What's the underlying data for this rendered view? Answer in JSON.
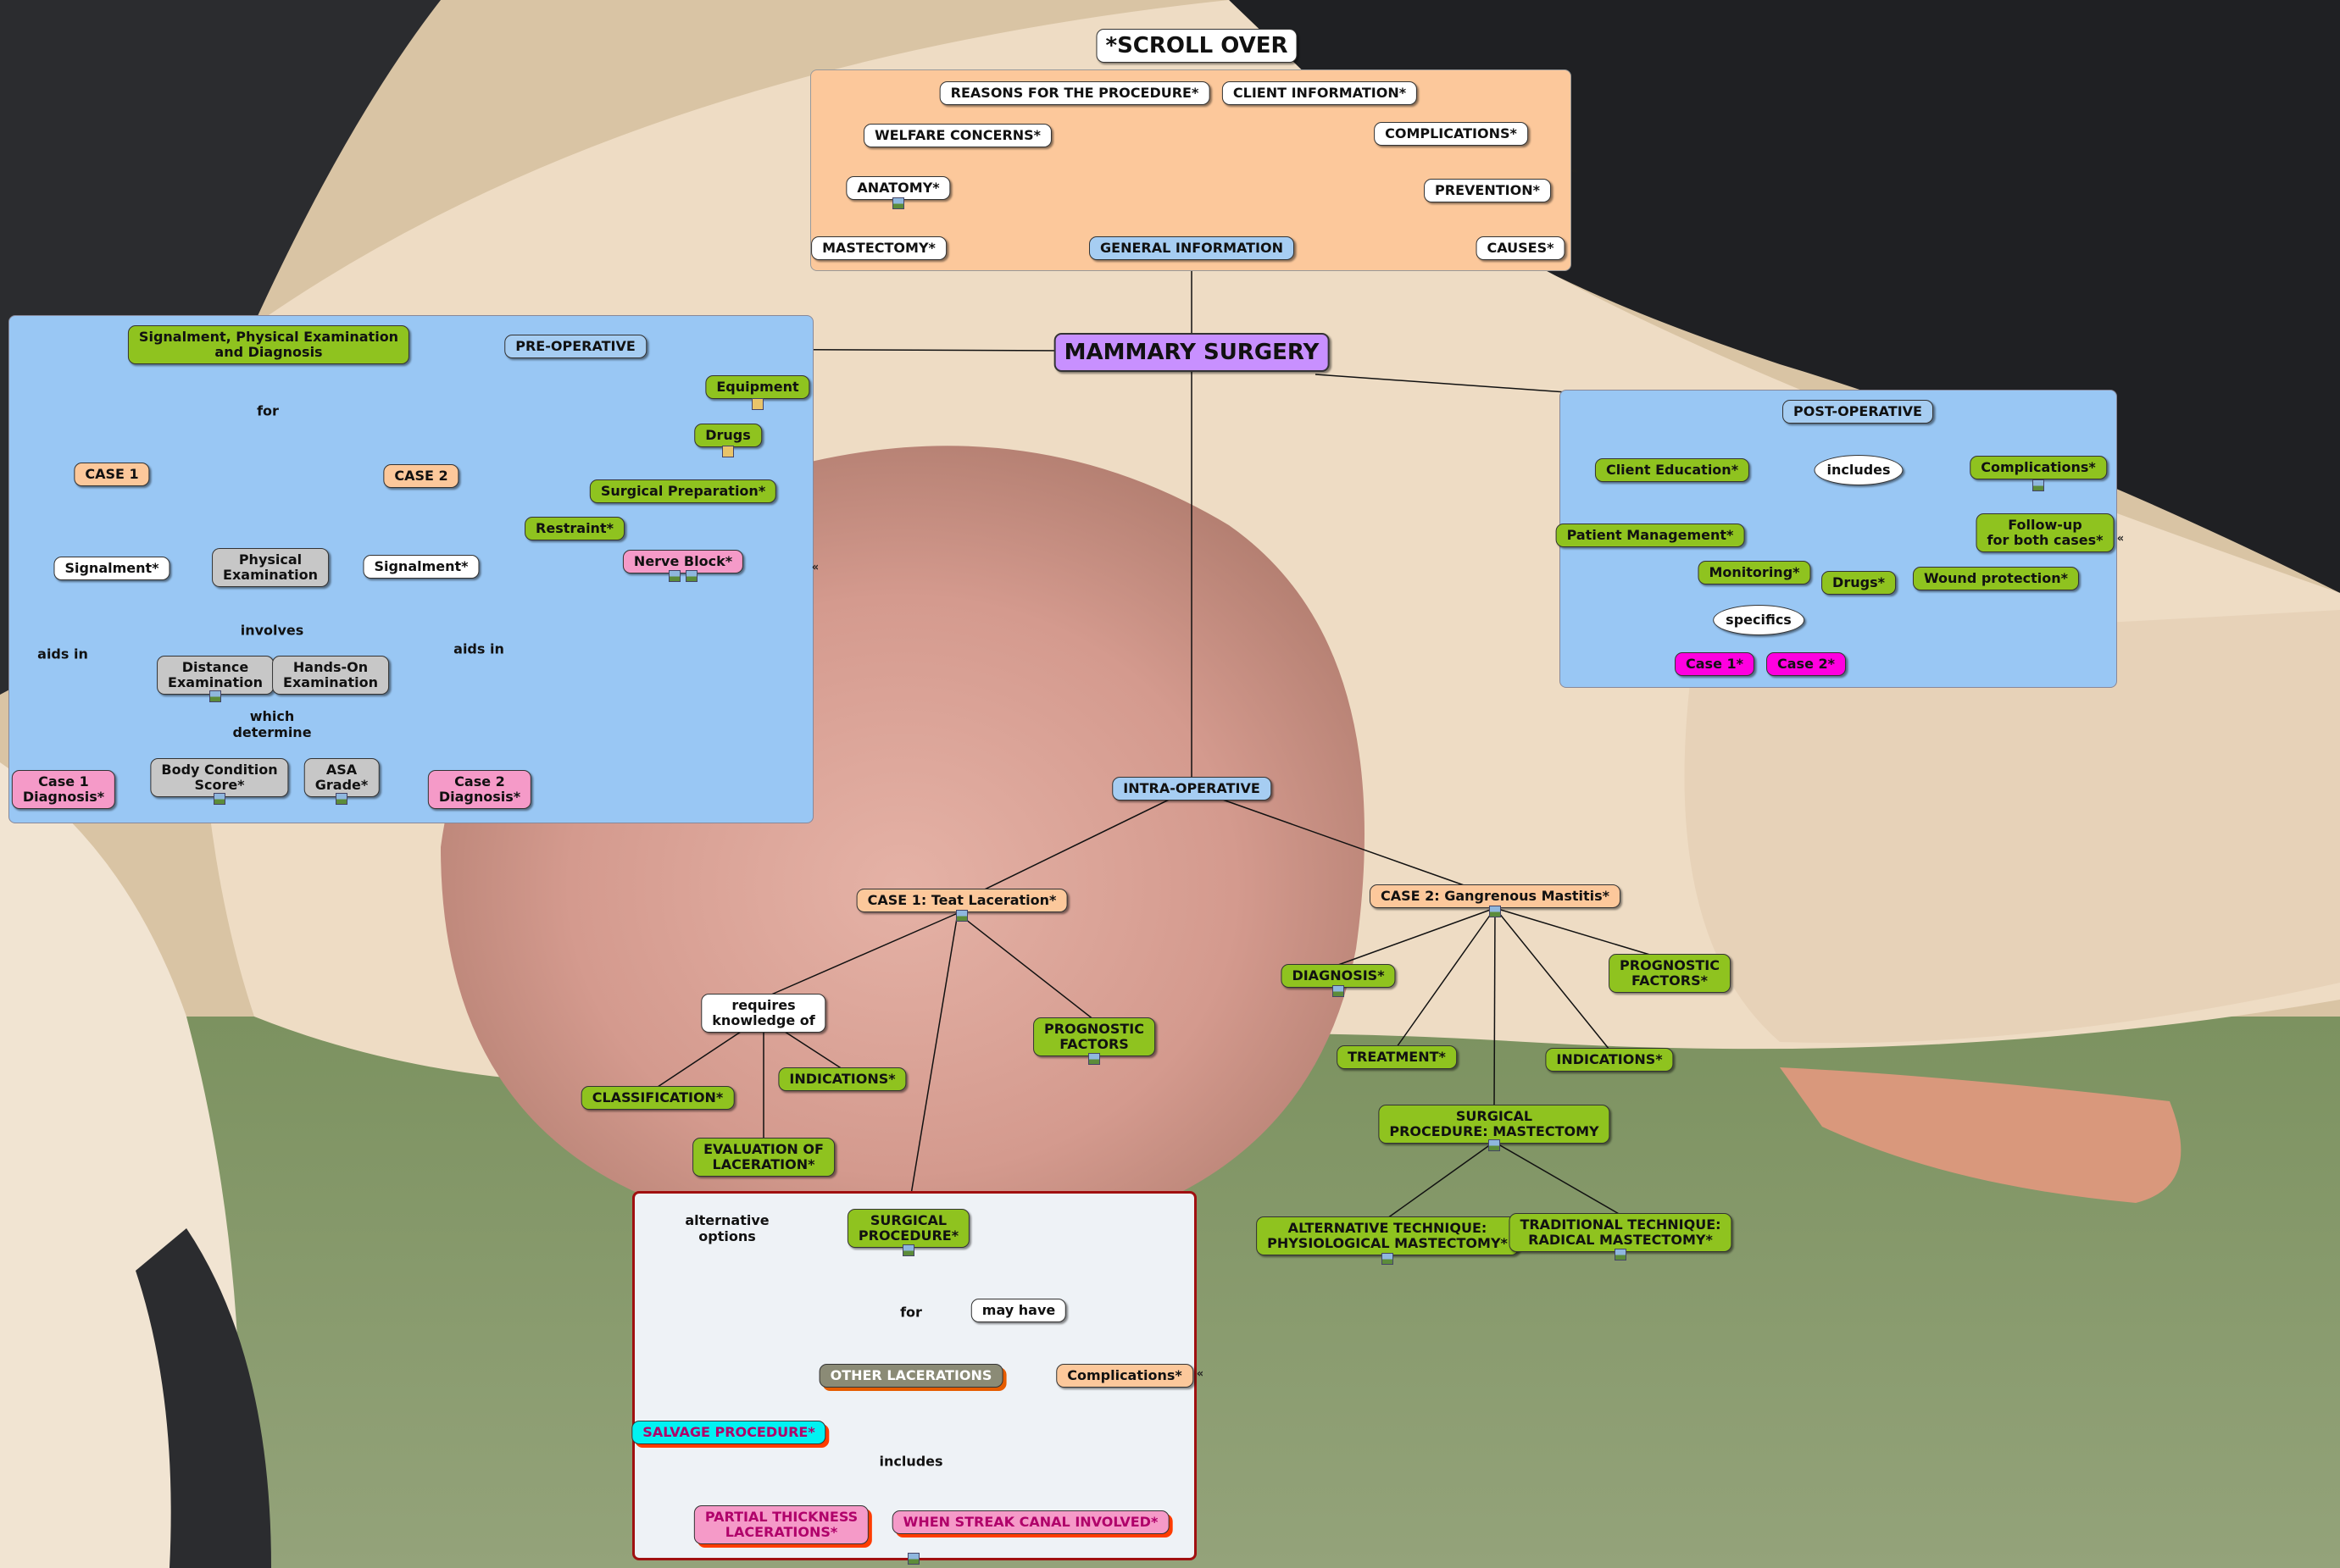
{
  "nodes": {
    "scroll_over": "*SCROLL OVER",
    "mammary_surgery": "MAMMARY SURGERY",
    "general_information": "GENERAL INFORMATION",
    "reasons": "REASONS FOR THE PROCEDURE*",
    "client_information": "CLIENT INFORMATION*",
    "welfare": "WELFARE CONCERNS*",
    "complications_gi": "COMPLICATIONS*",
    "anatomy": "ANATOMY*",
    "prevention": "PREVENTION*",
    "mastectomy": "MASTECTOMY*",
    "causes": "CAUSES*",
    "pre_operative": "PRE-OPERATIVE",
    "signalment_pe_dx": "Signalment, Physical Examination\nand Diagnosis",
    "equipment": "Equipment",
    "drugs_pre": "Drugs",
    "surgical_preparation": "Surgical Preparation*",
    "restraint": "Restraint*",
    "nerve_block": "Nerve Block*",
    "case1_pre": "CASE 1",
    "case2_pre": "CASE 2",
    "signalment1": "Signalment*",
    "signalment2": "Signalment*",
    "physical_examination": "Physical\nExamination",
    "distance_examination": "Distance\nExamination",
    "hands_on_examination": "Hands-On\nExamination",
    "body_condition_score": "Body Condition\nScore*",
    "asa_grade": "ASA\nGrade*",
    "case1_diagnosis": "Case 1\nDiagnosis*",
    "case2_diagnosis": "Case 2\nDiagnosis*",
    "post_operative": "POST-OPERATIVE",
    "includes_post": "includes",
    "client_education": "Client Education*",
    "complications_post": "Complications*",
    "patient_management": "Patient Management*",
    "follow_up": "Follow-up\nfor both cases*",
    "monitoring": "Monitoring*",
    "drugs_post": "Drugs*",
    "wound_protection": "Wound protection*",
    "specifics": "specifics",
    "case1_post": "Case 1*",
    "case2_post": "Case 2*",
    "intra_operative": "INTRA-OPERATIVE",
    "case1_teat": "CASE 1: Teat Laceration*",
    "case2_gangrenous": "CASE 2: Gangrenous Mastitis*",
    "requires_knowledge": "requires\nknowledge of",
    "prognostic1": "PROGNOSTIC\nFACTORS",
    "classification": "CLASSIFICATION*",
    "indications1": "INDICATIONS*",
    "evaluation": "EVALUATION OF\nLACERATION*",
    "diagnosis2": "DIAGNOSIS*",
    "prognostic2": "PROGNOSTIC\nFACTORS*",
    "treatment2": "TREATMENT*",
    "indications2": "INDICATIONS*",
    "surgical_mastectomy": "SURGICAL\nPROCEDURE: MASTECTOMY",
    "alt_technique": "ALTERNATIVE TECHNIQUE:\nPHYSIOLOGICAL MASTECTOMY*",
    "trad_technique": "TRADITIONAL TECHNIQUE:\nRADICAL MASTECTOMY*",
    "surgical_procedure1": "SURGICAL\nPROCEDURE*",
    "alternative_options": "alternative\noptions",
    "salvage": "SALVAGE PROCEDURE*",
    "for_label": "for",
    "may_have": "may have",
    "other_lacerations": "OTHER LACERATIONS",
    "complications_sp": "Complications*",
    "includes_sp": "includes",
    "partial_thickness": "PARTIAL THICKNESS\nLACERATIONS*",
    "streak_canal": "WHEN STREAK CANAL INVOLVED*"
  },
  "link_labels": {
    "for": "for",
    "involves": "involves",
    "which_determine": "which\ndetermine",
    "aids_in_left": "aids in",
    "aids_in_right": "aids in"
  },
  "colors": {
    "group_orange": "#fcc89b",
    "group_blue": "#99c7f4",
    "group_light": "#eef2f6",
    "group_red_border": "#a01010",
    "node_green": "#8fc31f",
    "node_pink": "#f59ac8",
    "node_magenta": "#ff00e0",
    "node_purple": "#c890ff"
  },
  "background": "photograph of a black-and-white cow's udder and belly"
}
